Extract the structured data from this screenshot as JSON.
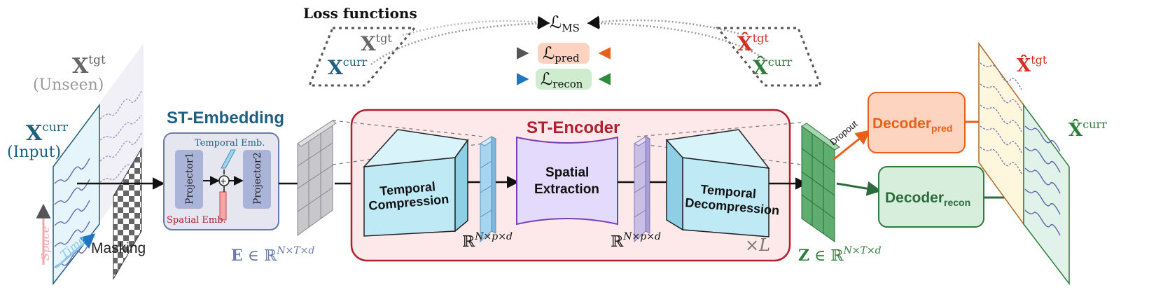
{
  "loss": {
    "header": "Loss functions",
    "ms": {
      "sym": "ℒ",
      "sub": "MS"
    },
    "pred": {
      "sym": "ℒ",
      "sub": "pred"
    },
    "recon": {
      "sym": "ℒ",
      "sub": "recon"
    }
  },
  "inputs": {
    "x_tgt_top": {
      "base": "X",
      "sup": "tgt"
    },
    "x_curr_top": {
      "base": "X",
      "sup": "curr"
    },
    "xhat_tgt_top": {
      "base": "X̂",
      "sup": "tgt"
    },
    "xhat_curr_top": {
      "base": "X̂",
      "sup": "curr"
    }
  },
  "left": {
    "x_tgt": {
      "base": "X",
      "sup": "tgt"
    },
    "unseen": "(Unseen)",
    "x_curr": {
      "base": "X",
      "sup": "curr"
    },
    "input": "(Input)",
    "masking": "Masking",
    "space": "Space",
    "time": "Time"
  },
  "embedding": {
    "title": "ST-Embedding",
    "temporal": "Temporal Emb.",
    "spatial": "Spatial Emb.",
    "projector1": "Projector1",
    "projector2": "Projector2",
    "plus": "+",
    "e_label": {
      "bold": "E",
      "rest": " ∈ ℝ",
      "sup": "N×T×d"
    }
  },
  "encoder": {
    "title": "ST-Encoder",
    "tc_line1": "Temporal",
    "tc_line2": "Compression",
    "se_line1": "Spatial",
    "se_line2": "Extraction",
    "td_line1": "Temporal",
    "td_line2": "Decompression",
    "r_label": {
      "rest": "ℝ",
      "sup": "N×p×d"
    },
    "times_l": "×L"
  },
  "decoders": {
    "dropout": "Dropout",
    "pred": {
      "main": "Decoder",
      "sub": "pred"
    },
    "recon": {
      "main": "Decoder",
      "sub": "recon"
    },
    "z_label": {
      "bold": "Z",
      "rest": " ∈ ℝ",
      "sup": "N×T×d"
    }
  },
  "outputs": {
    "xhat_tgt": {
      "base": "X̂",
      "sup": "tgt"
    },
    "xhat_curr": {
      "base": "X̂",
      "sup": "curr"
    }
  },
  "colors": {
    "blue_dark": "#1f5f7f",
    "green": "#2e7d3c",
    "orange": "#e8611a",
    "red_dark": "#b0202e",
    "gray": "#555555",
    "encoder_fill": "#fde8ea",
    "embed_fill": "#e6e6f0",
    "cyan_fill": "#bfe9f5",
    "purple_fill": "#e4dafc"
  }
}
